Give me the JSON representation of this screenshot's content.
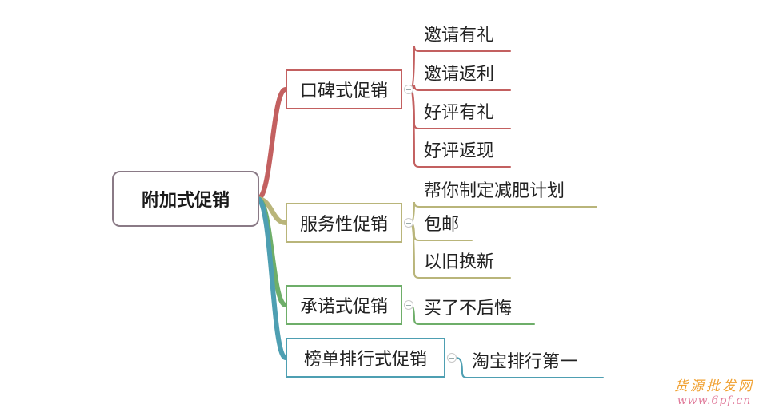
{
  "root": {
    "label": "附加式促销"
  },
  "branches": [
    {
      "label": "口碑式促销",
      "color": "#c36060",
      "children": [
        "邀请有礼",
        "邀请返利",
        "好评有礼",
        "好评返现"
      ]
    },
    {
      "label": "服务性促销",
      "color": "#b9b57a",
      "children": [
        "帮你制定减肥计划",
        "包邮",
        "以旧换新"
      ]
    },
    {
      "label": "承诺式促销",
      "color": "#6eae69",
      "children": [
        "买了不后悔"
      ]
    },
    {
      "label": "榜单排行式促销",
      "color": "#4e9fb2",
      "children": [
        "淘宝排行第一"
      ]
    }
  ],
  "watermark": {
    "name": "货源批发网",
    "url": "www.6pf.cn"
  }
}
